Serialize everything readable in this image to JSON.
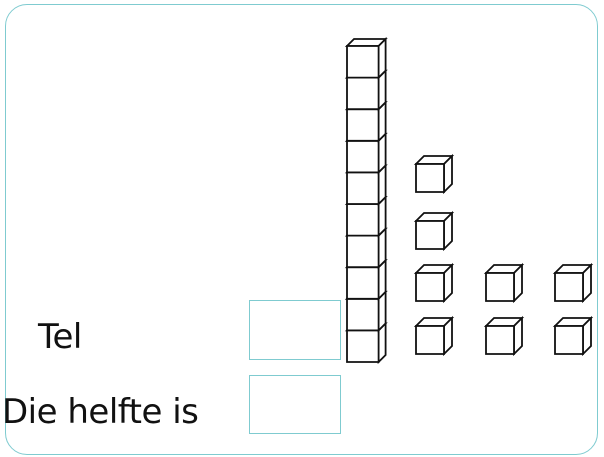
{
  "labels": {
    "count": "Tel",
    "half": "Die helfte is"
  },
  "blocks": {
    "tens_rods": 1,
    "ones": 8
  },
  "colors": {
    "border": "#7fcbd0",
    "ink": "#111111"
  }
}
